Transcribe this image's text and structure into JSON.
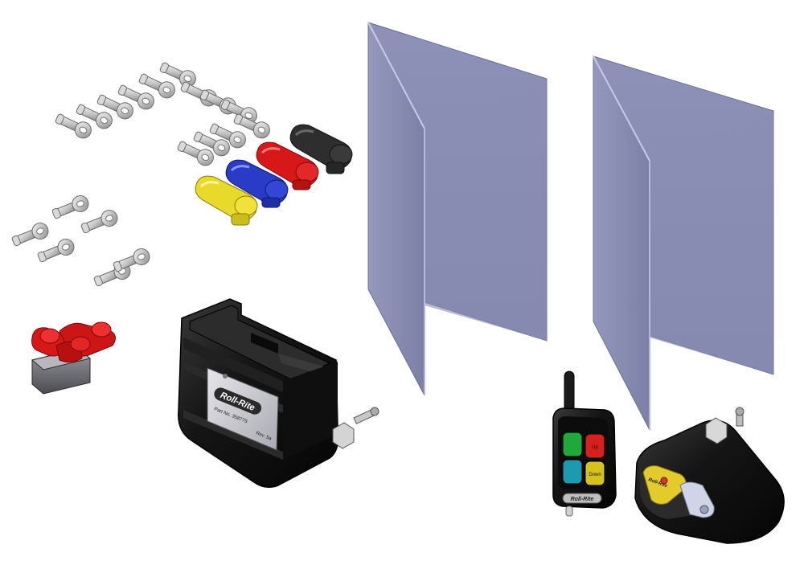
{
  "scene": {
    "background": "#ffffff",
    "items": [
      "ring-terminals",
      "battery-terminal-boots",
      "terminal-block",
      "control-box",
      "divider-panels",
      "wireless-remote",
      "receiver-unit"
    ]
  },
  "colors": {
    "panel": "#8C8FB5",
    "panel_edge": "#ACAFD2",
    "metal": "#C8C8C8",
    "boot_yellow": "#E8D92A",
    "boot_blue": "#2A3BC8",
    "boot_red": "#D81818",
    "boot_black": "#2E2E2E",
    "housing": "#141414",
    "remote_green": "#1FA93A",
    "remote_red": "#D5201E",
    "remote_teal": "#1C9BB0",
    "remote_yellow": "#D6C21E"
  },
  "control_box": {
    "logo": "Roll-Rite",
    "part_label": "Part No. 35877S",
    "rev_label": "Rev. 5a"
  },
  "remote": {
    "logo": "Roll-Rite",
    "buttons": [
      {
        "label": "",
        "color": "green"
      },
      {
        "label": "Up",
        "color": "red"
      },
      {
        "label": "",
        "color": "teal"
      },
      {
        "label": "Down",
        "color": "yellow"
      }
    ]
  },
  "receiver": {
    "label": "Roll-Rite"
  }
}
